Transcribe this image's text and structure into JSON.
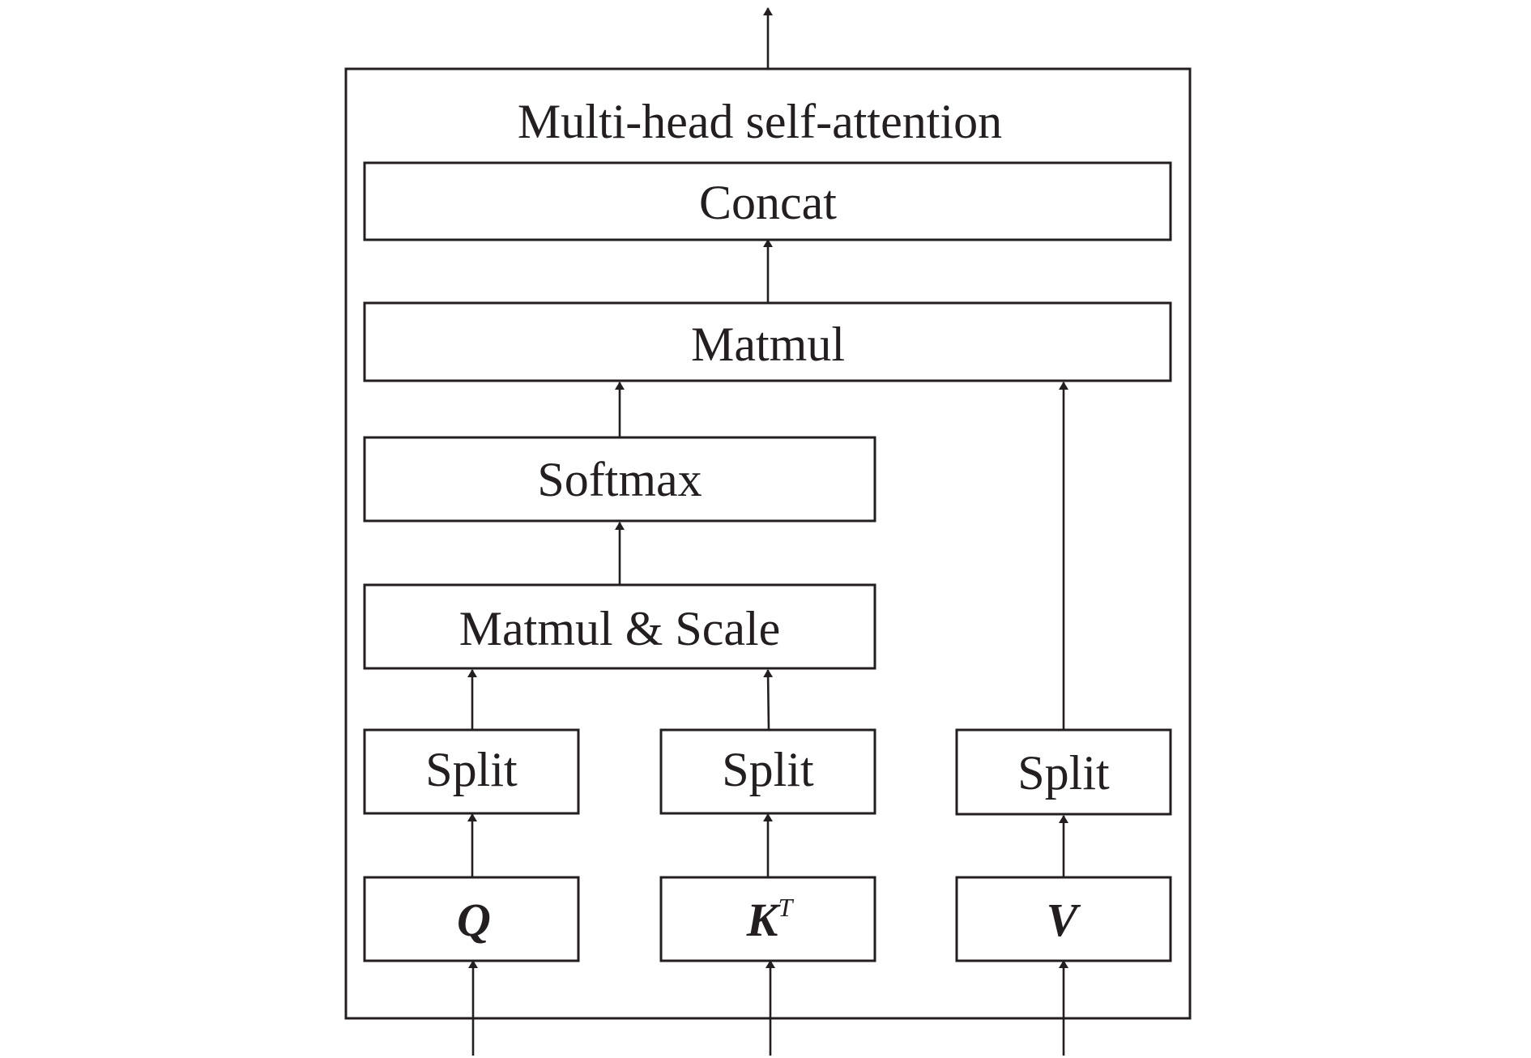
{
  "title": "Multi-head self-attention",
  "nodes": {
    "concat": "Concat",
    "matmul": "Matmul",
    "softmax": "Softmax",
    "matmul_scale": "Matmul & Scale",
    "split_q": "Split",
    "split_k": "Split",
    "split_v": "Split",
    "q": "Q",
    "k": "K",
    "k_superscript": "T",
    "v": "V"
  },
  "edges": [
    [
      "input-q",
      "q"
    ],
    [
      "input-k",
      "k"
    ],
    [
      "input-v",
      "v"
    ],
    [
      "q",
      "split_q"
    ],
    [
      "k",
      "split_k"
    ],
    [
      "v",
      "split_v"
    ],
    [
      "split_q",
      "matmul_scale"
    ],
    [
      "split_k",
      "matmul_scale"
    ],
    [
      "matmul_scale",
      "softmax"
    ],
    [
      "softmax",
      "matmul"
    ],
    [
      "split_v",
      "matmul"
    ],
    [
      "matmul",
      "concat"
    ],
    [
      "concat",
      "output"
    ]
  ],
  "colors": {
    "stroke": "#231f20",
    "background": "#ffffff"
  }
}
